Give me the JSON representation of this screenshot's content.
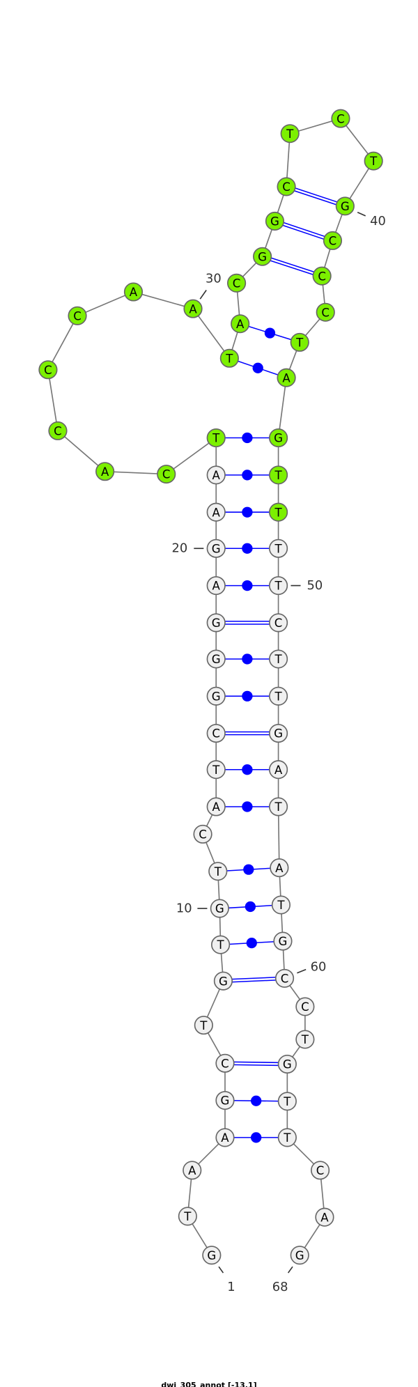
{
  "title": "dwi_305_annot [-13.1]",
  "sequence": "GTAAGCTGTGTCATCGGGAGAATCACCCAATACGGCTCTGCCCTAGTTTTCTTGATATGCCTGTTCAG",
  "highlight_range": [
    23,
    48
  ],
  "colors": {
    "highlight": "#7cf000",
    "default_node": "#f0f0f0",
    "pair": "#0000ff",
    "backbone": "#777777"
  },
  "pairs": [
    [
      4,
      65
    ],
    [
      5,
      64
    ],
    [
      6,
      63
    ],
    [
      8,
      60
    ],
    [
      9,
      59
    ],
    [
      10,
      58
    ],
    [
      11,
      57
    ],
    [
      13,
      56
    ],
    [
      14,
      55
    ],
    [
      15,
      54
    ],
    [
      16,
      53
    ],
    [
      17,
      52
    ],
    [
      18,
      51
    ],
    [
      19,
      50
    ],
    [
      20,
      49
    ],
    [
      21,
      48
    ],
    [
      22,
      47
    ],
    [
      23,
      46
    ],
    [
      31,
      45
    ],
    [
      32,
      44
    ],
    [
      34,
      42
    ],
    [
      35,
      41
    ],
    [
      36,
      40
    ]
  ],
  "numbering": [
    "1",
    "10",
    "20",
    "30",
    "40",
    "50",
    "60",
    "68"
  ]
}
